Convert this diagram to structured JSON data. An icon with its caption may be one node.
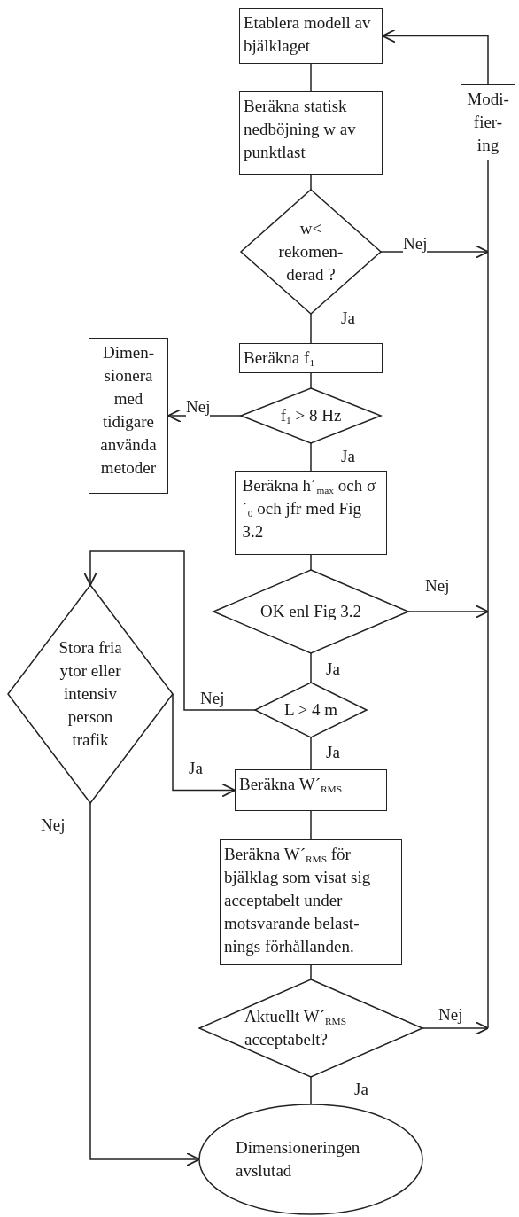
{
  "diagram": {
    "nodes": [
      {
        "text": [
          "Etablera modell av bjälklaget"
        ]
      },
      {
        "text": [
          "Beräkna statisk nedböjning w av punktlast"
        ]
      },
      {
        "text": [
          "Modi- fier- ing"
        ]
      },
      {
        "text": [
          "w< rekomen- derad ?"
        ]
      },
      {
        "text": [
          "Beräkna f$_{1}$"
        ]
      },
      {
        "text": [
          "Dimen- sionera med tidigare använda metoder"
        ]
      },
      {
        "text": [
          "f$_{1}$ > 8 Hz"
        ]
      },
      {
        "text": [
          "Beräkna h´$_{max}$ och σ´$_{0}$ och jfr med Fig 3.2"
        ]
      },
      {
        "text": [
          "OK enl Fig 3.2"
        ]
      },
      {
        "text": [
          "Stora fria ytor eller intensiv person trafik"
        ]
      },
      {
        "text": [
          "L > 4 m"
        ]
      },
      {
        "text": [
          "Beräkna W´$_{RMS}$"
        ]
      },
      {
        "text": [
          "Beräkna W´$_{RMS}$ för bjälklag som visat sig acceptabelt under motsvarande belast- nings förhållanden."
        ]
      },
      {
        "text": [
          "Aktuellt W´$_{RMS}$ acceptabelt?"
        ]
      },
      {
        "text": [
          "Dimensioneringen avslutad"
        ]
      }
    ],
    "edges": [
      {
        "from": 0,
        "to": 1,
        "arrow": "none"
      },
      {
        "from": 1,
        "to": 3,
        "arrow": "none"
      },
      {
        "from": 3,
        "to": null,
        "arrow": "to",
        "label": "Nej"
      },
      {
        "from": 2,
        "to": 0,
        "arrow": "to"
      },
      {
        "from": 3,
        "to": 4,
        "arrow": "none",
        "label": "Ja"
      },
      {
        "from": 4,
        "to": 6,
        "arrow": "none"
      },
      {
        "from": 6,
        "to": 5,
        "arrow": "to",
        "label": "Nej"
      },
      {
        "from": 6,
        "to": 7,
        "arrow": "none",
        "label": "Ja"
      },
      {
        "from": 7,
        "to": 8,
        "arrow": "none"
      },
      {
        "from": 8,
        "to": null,
        "arrow": "to",
        "label": "Nej"
      },
      {
        "from": 8,
        "to": 10,
        "arrow": "none",
        "label": "Ja"
      },
      {
        "from": 10,
        "to": 9,
        "arrow": "to",
        "label": "Nej"
      },
      {
        "from": 10,
        "to": 11,
        "arrow": "none",
        "label": "Ja"
      },
      {
        "from": 9,
        "to": 11,
        "arrow": "to",
        "label": "Ja"
      },
      {
        "from": 9,
        "to": 14,
        "arrow": "to",
        "label": "Nej"
      },
      {
        "from": 11,
        "to": 12,
        "arrow": "none"
      },
      {
        "from": 12,
        "to": 13,
        "arrow": "none"
      },
      {
        "from": 13,
        "to": null,
        "arrow": "to",
        "label": "Nej"
      },
      {
        "from": 13,
        "to": 14,
        "arrow": "none",
        "label": "Ja"
      },
      {
        "from": null,
        "to": 2,
        "arrow": "none"
      }
    ]
  }
}
